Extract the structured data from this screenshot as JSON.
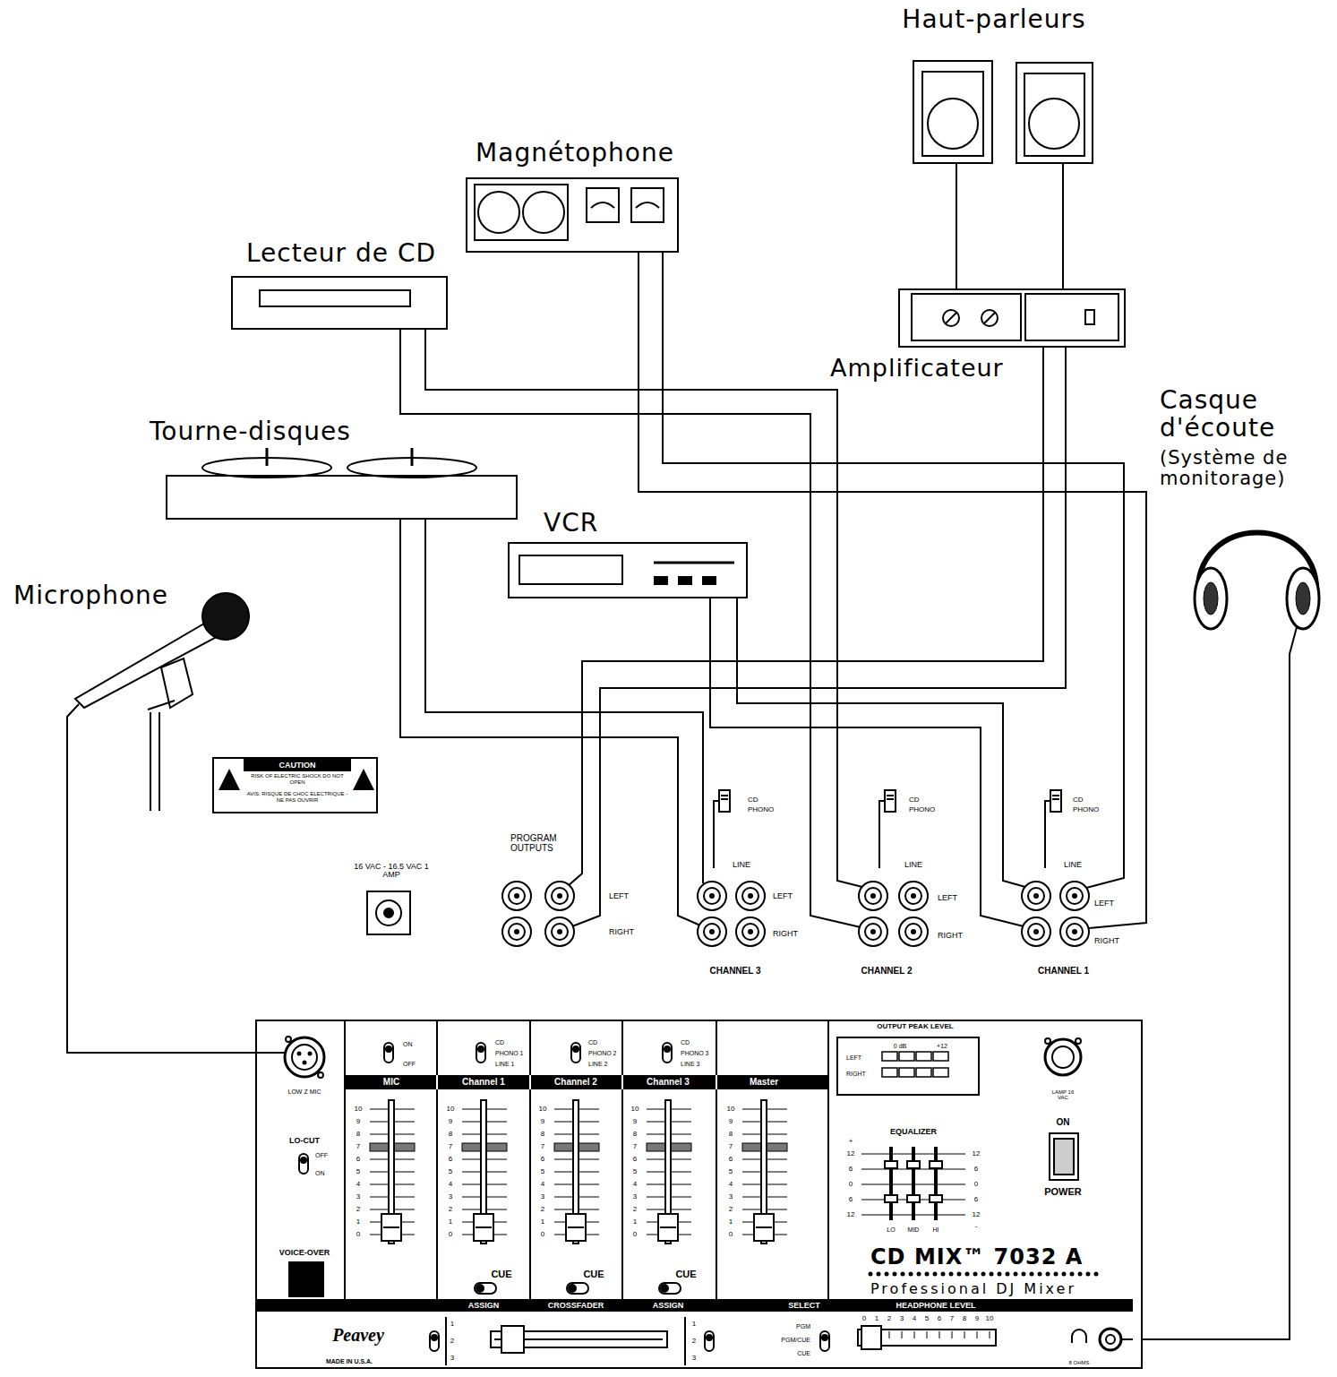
{
  "diagram": {
    "nodes": [
      {
        "text": [
          "Haut-parleurs"
        ]
      },
      {
        "text": [
          "Magnétophone"
        ]
      },
      {
        "text": [
          "Lecteur de CD"
        ]
      },
      {
        "text": [
          "Amplificateur"
        ]
      },
      {
        "text": [
          "Casque d'écoute",
          "(Système de monitorage)"
        ]
      },
      {
        "text": [
          "Tourne-disques"
        ]
      },
      {
        "text": [
          "VCR"
        ]
      },
      {
        "text": [
          "Microphone"
        ]
      },
      {
        "text": [
          "CAUTION",
          "RISK OF ELECTRIC SHOCK DO NOT OPEN",
          "AVIS: RISQUE DE CHOC ELECTRIQUE - NE PAS OUVRIR"
        ]
      },
      {
        "text": [
          "PROGRAM OUTPUTS"
        ]
      },
      {
        "text": [
          "CHANNEL 3"
        ]
      },
      {
        "text": [
          "CHANNEL 2"
        ]
      },
      {
        "text": [
          "CHANNEL 1"
        ]
      },
      {
        "text": [
          "CD MIX™ 7032 A",
          "Professional DJ Mixer"
        ]
      }
    ],
    "edges": [
      {
        "from": 3,
        "to": 0,
        "arrow": "none"
      },
      {
        "from": 2,
        "to": 11,
        "arrow": "none"
      },
      {
        "from": 1,
        "to": 12,
        "arrow": "none"
      },
      {
        "from": 5,
        "to": 10,
        "arrow": "none"
      },
      {
        "from": 6,
        "to": 12,
        "arrow": "none"
      },
      {
        "from": 9,
        "to": 3,
        "arrow": "none"
      },
      {
        "from": 7,
        "to": 13,
        "arrow": "none"
      },
      {
        "from": 13,
        "to": 4,
        "arrow": "none"
      }
    ],
    "labels": [
      "LEFT",
      "RIGHT",
      "CD",
      "PHONO",
      "LINE",
      "LEFT",
      "RIGHT",
      "CD",
      "PHONO",
      "LINE",
      "LEFT",
      "RIGHT",
      "CD",
      "PHONO",
      "LINE",
      "LEFT",
      "RIGHT",
      "16 VAC - 16.5 VAC 1 AMP",
      "LOW Z MIC",
      "LO-CUT",
      "OFF",
      "ON",
      "VOICE-OVER",
      "ON",
      "OFF",
      "CD",
      "PHONO 1",
      "LINE 1",
      "CD",
      "PHONO 2",
      "LINE 2",
      "CD",
      "PHONO 3",
      "LINE 3",
      "MIC",
      "Channel 1",
      "Channel 2",
      "Channel 3",
      "Master",
      "10",
      "9",
      "8",
      "7",
      "6",
      "5",
      "4",
      "3",
      "2",
      "1",
      "0",
      "10",
      "9",
      "8",
      "7",
      "6",
      "5",
      "4",
      "3",
      "2",
      "1",
      "0",
      "10",
      "9",
      "8",
      "7",
      "6",
      "5",
      "4",
      "3",
      "2",
      "1",
      "0",
      "10",
      "9",
      "8",
      "7",
      "6",
      "5",
      "4",
      "3",
      "2",
      "1",
      "0",
      "10",
      "9",
      "8",
      "7",
      "6",
      "5",
      "4",
      "3",
      "2",
      "1",
      "0",
      "CUE",
      "CUE",
      "CUE",
      "ASSIGN",
      "CROSSFADER",
      "ASSIGN",
      "SELECT",
      "HEADPHONE LEVEL",
      "1",
      "2",
      "3",
      "1",
      "2",
      "3",
      "PGM",
      "PGM/CUE",
      "CUE",
      "0",
      "1",
      "2",
      "3",
      "4",
      "5",
      "6",
      "7",
      "8",
      "9",
      "10",
      "8 OHMS",
      "OUTPUT PEAK LEVEL",
      "LEFT",
      "RIGHT",
      "0 dB",
      "+12",
      "EQUALIZER",
      "+",
      "12",
      "6",
      "0",
      "6",
      "12",
      "12",
      "6",
      "0",
      "6",
      "12",
      "-",
      "LO",
      "MID",
      "HI",
      "LAMP 16 VAC",
      "ON",
      "POWER",
      "Peavey",
      "MADE IN U.S.A."
    ]
  }
}
